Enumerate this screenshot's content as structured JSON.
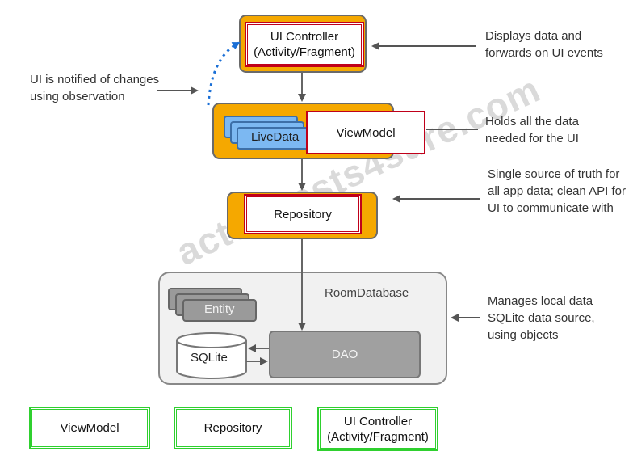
{
  "diagram": {
    "ui_controller": "UI Controller\n(Activity/Fragment)",
    "viewmodel": "ViewModel",
    "livedata": "LiveData",
    "repository": "Repository",
    "room_database": "RoomDatabase",
    "entity": "Entity",
    "sqlite": "SQLite",
    "dao": "DAO"
  },
  "annotations": {
    "ui_notified": "UI is notified of changes using observation",
    "displays_data": "Displays data and forwards on UI events",
    "holds_data": "Holds all the data needed for the UI",
    "single_source": "Single source of truth for all app data; clean API for UI to communicate with",
    "manages_local": "Manages local data SQLite data source, using objects"
  },
  "answer_options": [
    {
      "label": "ViewModel"
    },
    {
      "label": "Repository"
    },
    {
      "label": "UI Controller\n(Activity/Fragment)"
    }
  ],
  "watermark": "actualtests4sure.com",
  "colors": {
    "orange": "#f5a800",
    "red_outline": "#c0001a",
    "green_outline": "#2fd02f",
    "livedata_blue": "#7cb8f2",
    "dotted_blue": "#1a6fd6"
  }
}
